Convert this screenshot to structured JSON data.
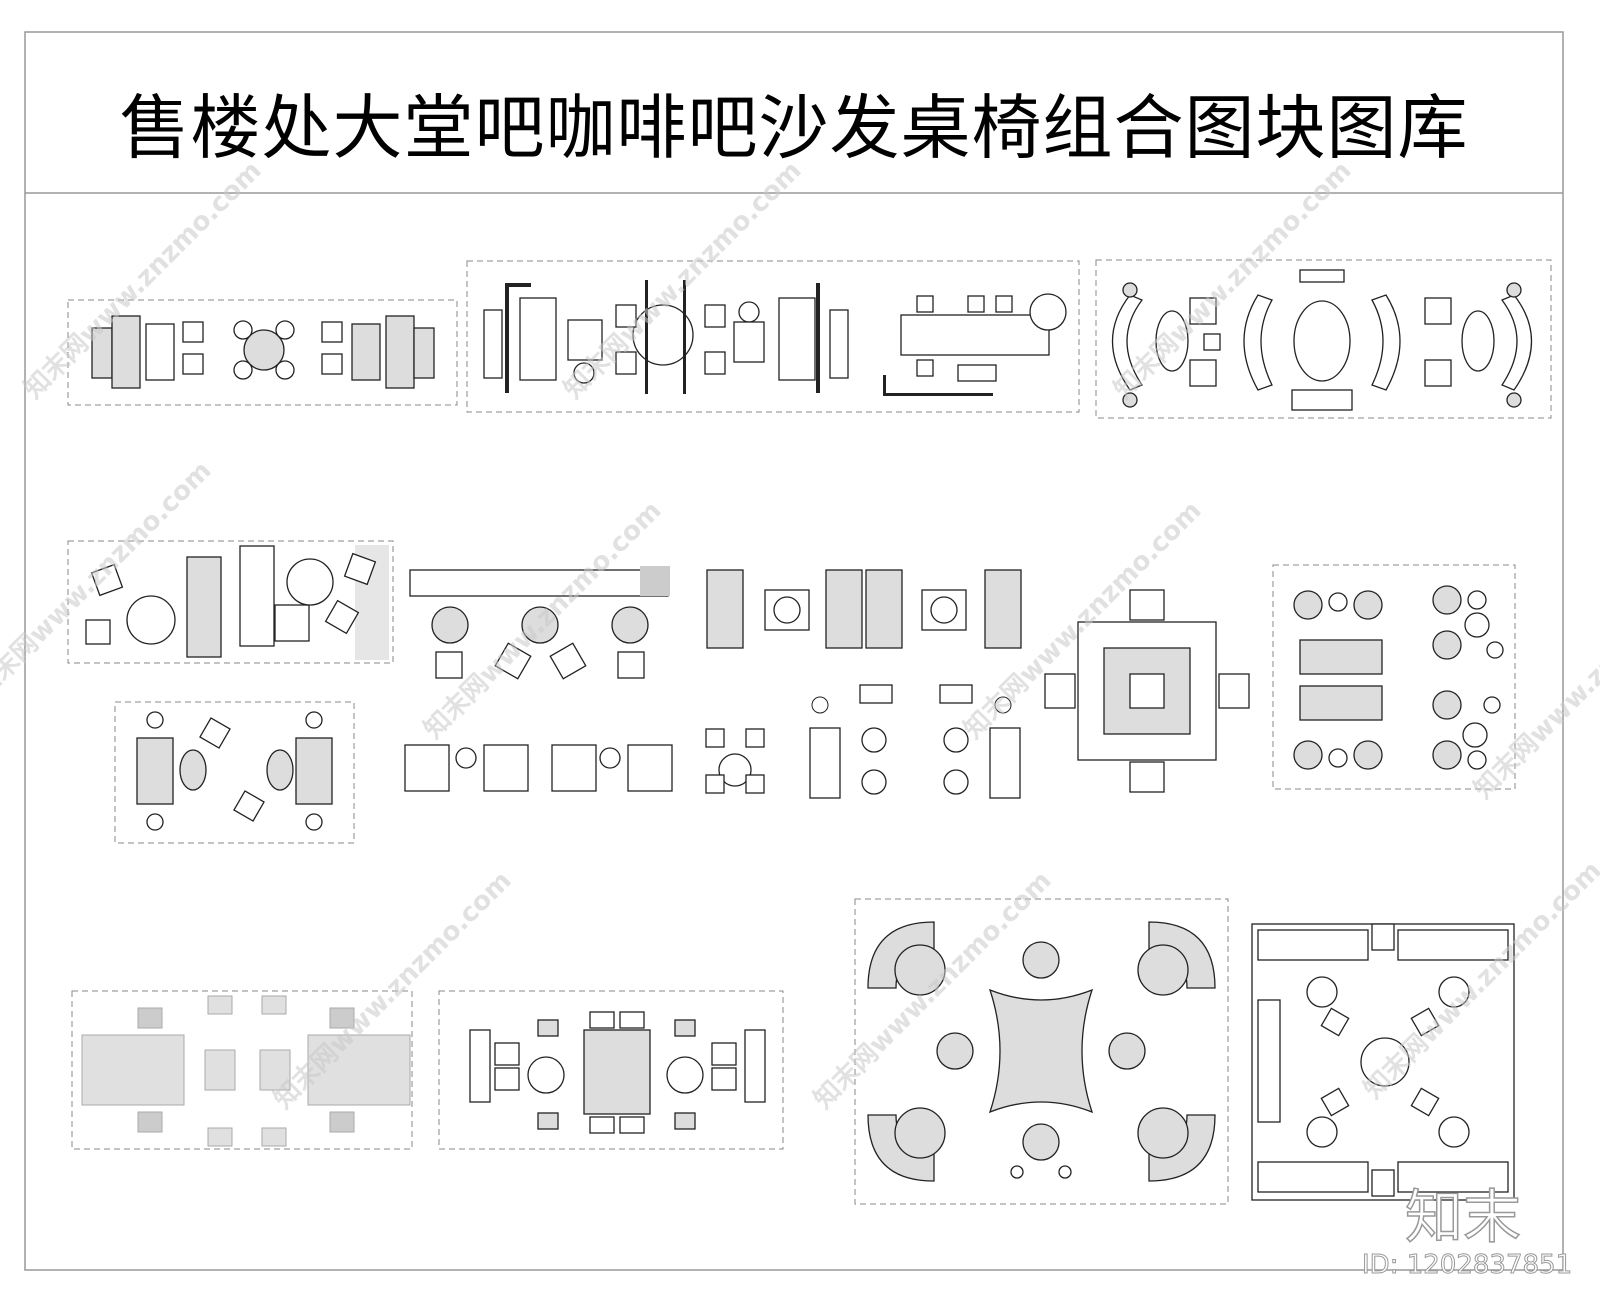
{
  "title": "售楼处大堂吧咖啡吧沙发桌椅组合图块图库",
  "watermark": {
    "site_text": "知末网www.znzmo.com",
    "logo_text": "知末",
    "id_text": "ID: 1202837851"
  },
  "colors": {
    "line": "#222222",
    "fill": "#dddddd",
    "frame": "#888888"
  }
}
